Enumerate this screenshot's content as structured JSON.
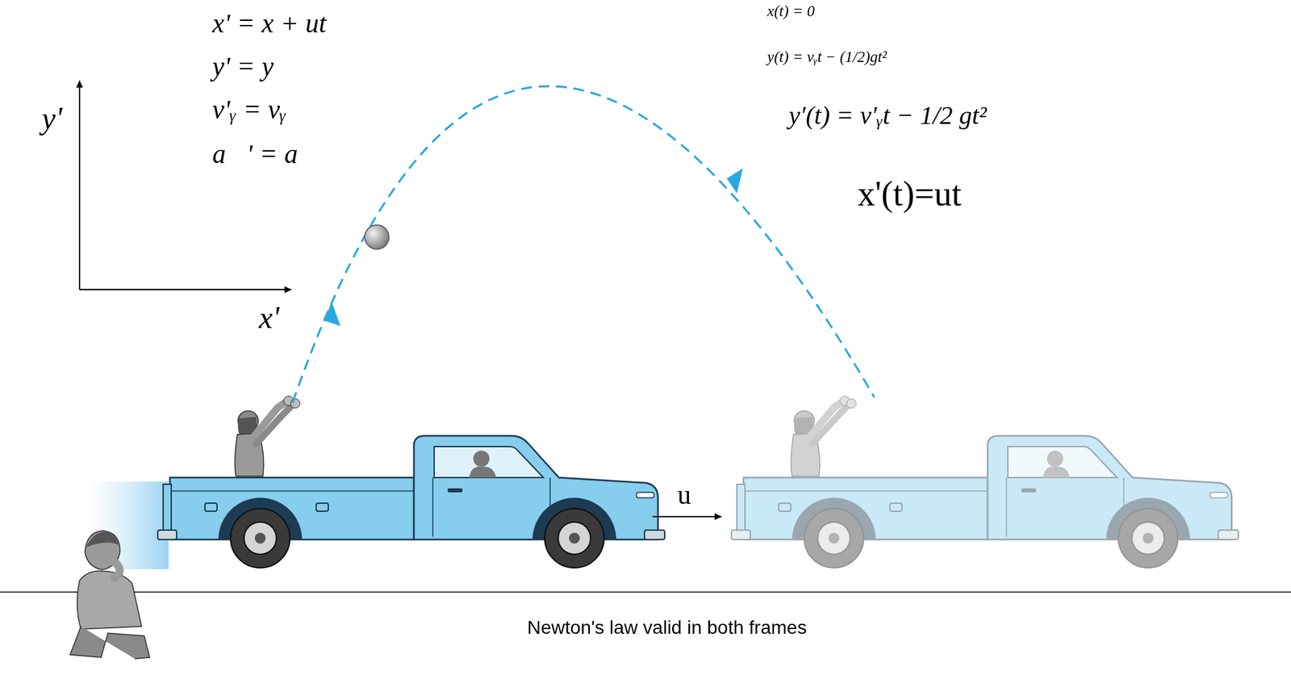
{
  "diagram": {
    "labels": [
      "x' = x + ut",
      "y' = y",
      "v'ᵧ = vᵧ",
      "a⃗' = a⃗",
      "y'",
      "x'",
      "x(t) = 0",
      "y(t) = vᵧt − (1/2)gt²",
      "y′(t) = v'ᵧt − 1/2 gt²",
      "x'(t)=ut",
      "u",
      "Newton's law valid in both frames"
    ]
  }
}
